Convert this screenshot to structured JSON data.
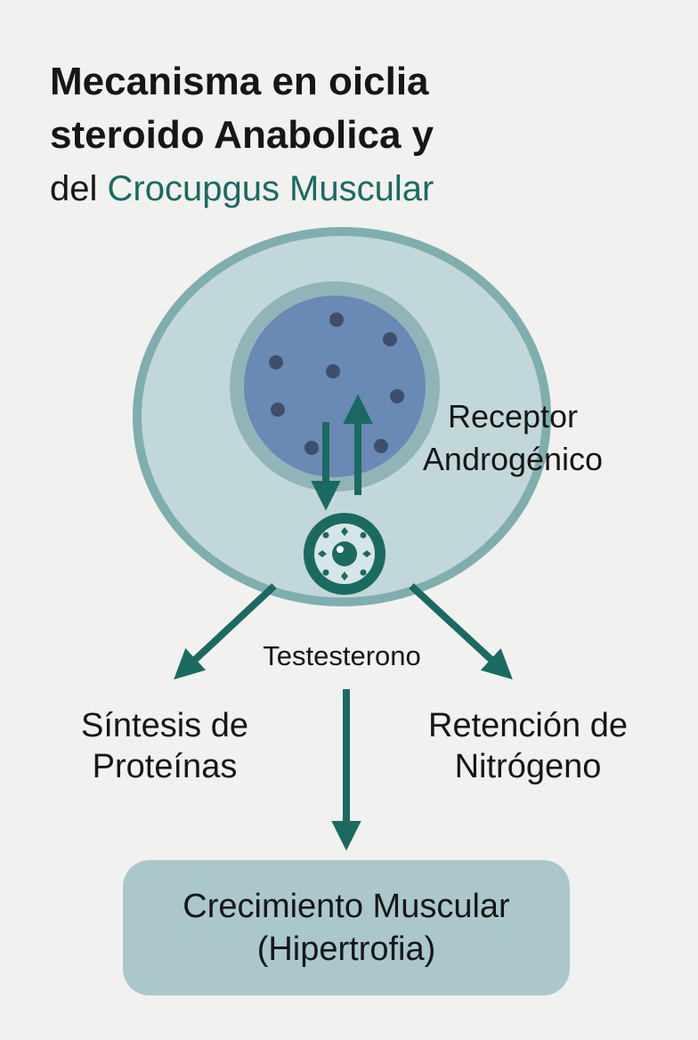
{
  "title": {
    "line1": "Mecanisma en oiclia",
    "line2": "steroido Anabolica y",
    "line3_prefix": "del ",
    "line3_accent": "Crocupgus Muscular"
  },
  "labels": {
    "receptor_line1": "Receptor",
    "receptor_line2": "Androgénico",
    "testosterone": "Testesterono",
    "protein_line1": "Síntesis de",
    "protein_line2": "Proteínas",
    "nitrogen_line1": "Retención de",
    "nitrogen_line2": "Nitrógeno"
  },
  "result": {
    "line1": "Crecimiento Muscular",
    "line2": "(Hipertrofia)"
  },
  "colors": {
    "arrow": "#1b6a62",
    "cell_fill": "#c2d7d9",
    "cell_outline": "#7faeae",
    "nucleus": "#6a89b4",
    "accent_text": "#1b6a62",
    "box": "#aac8cb"
  }
}
